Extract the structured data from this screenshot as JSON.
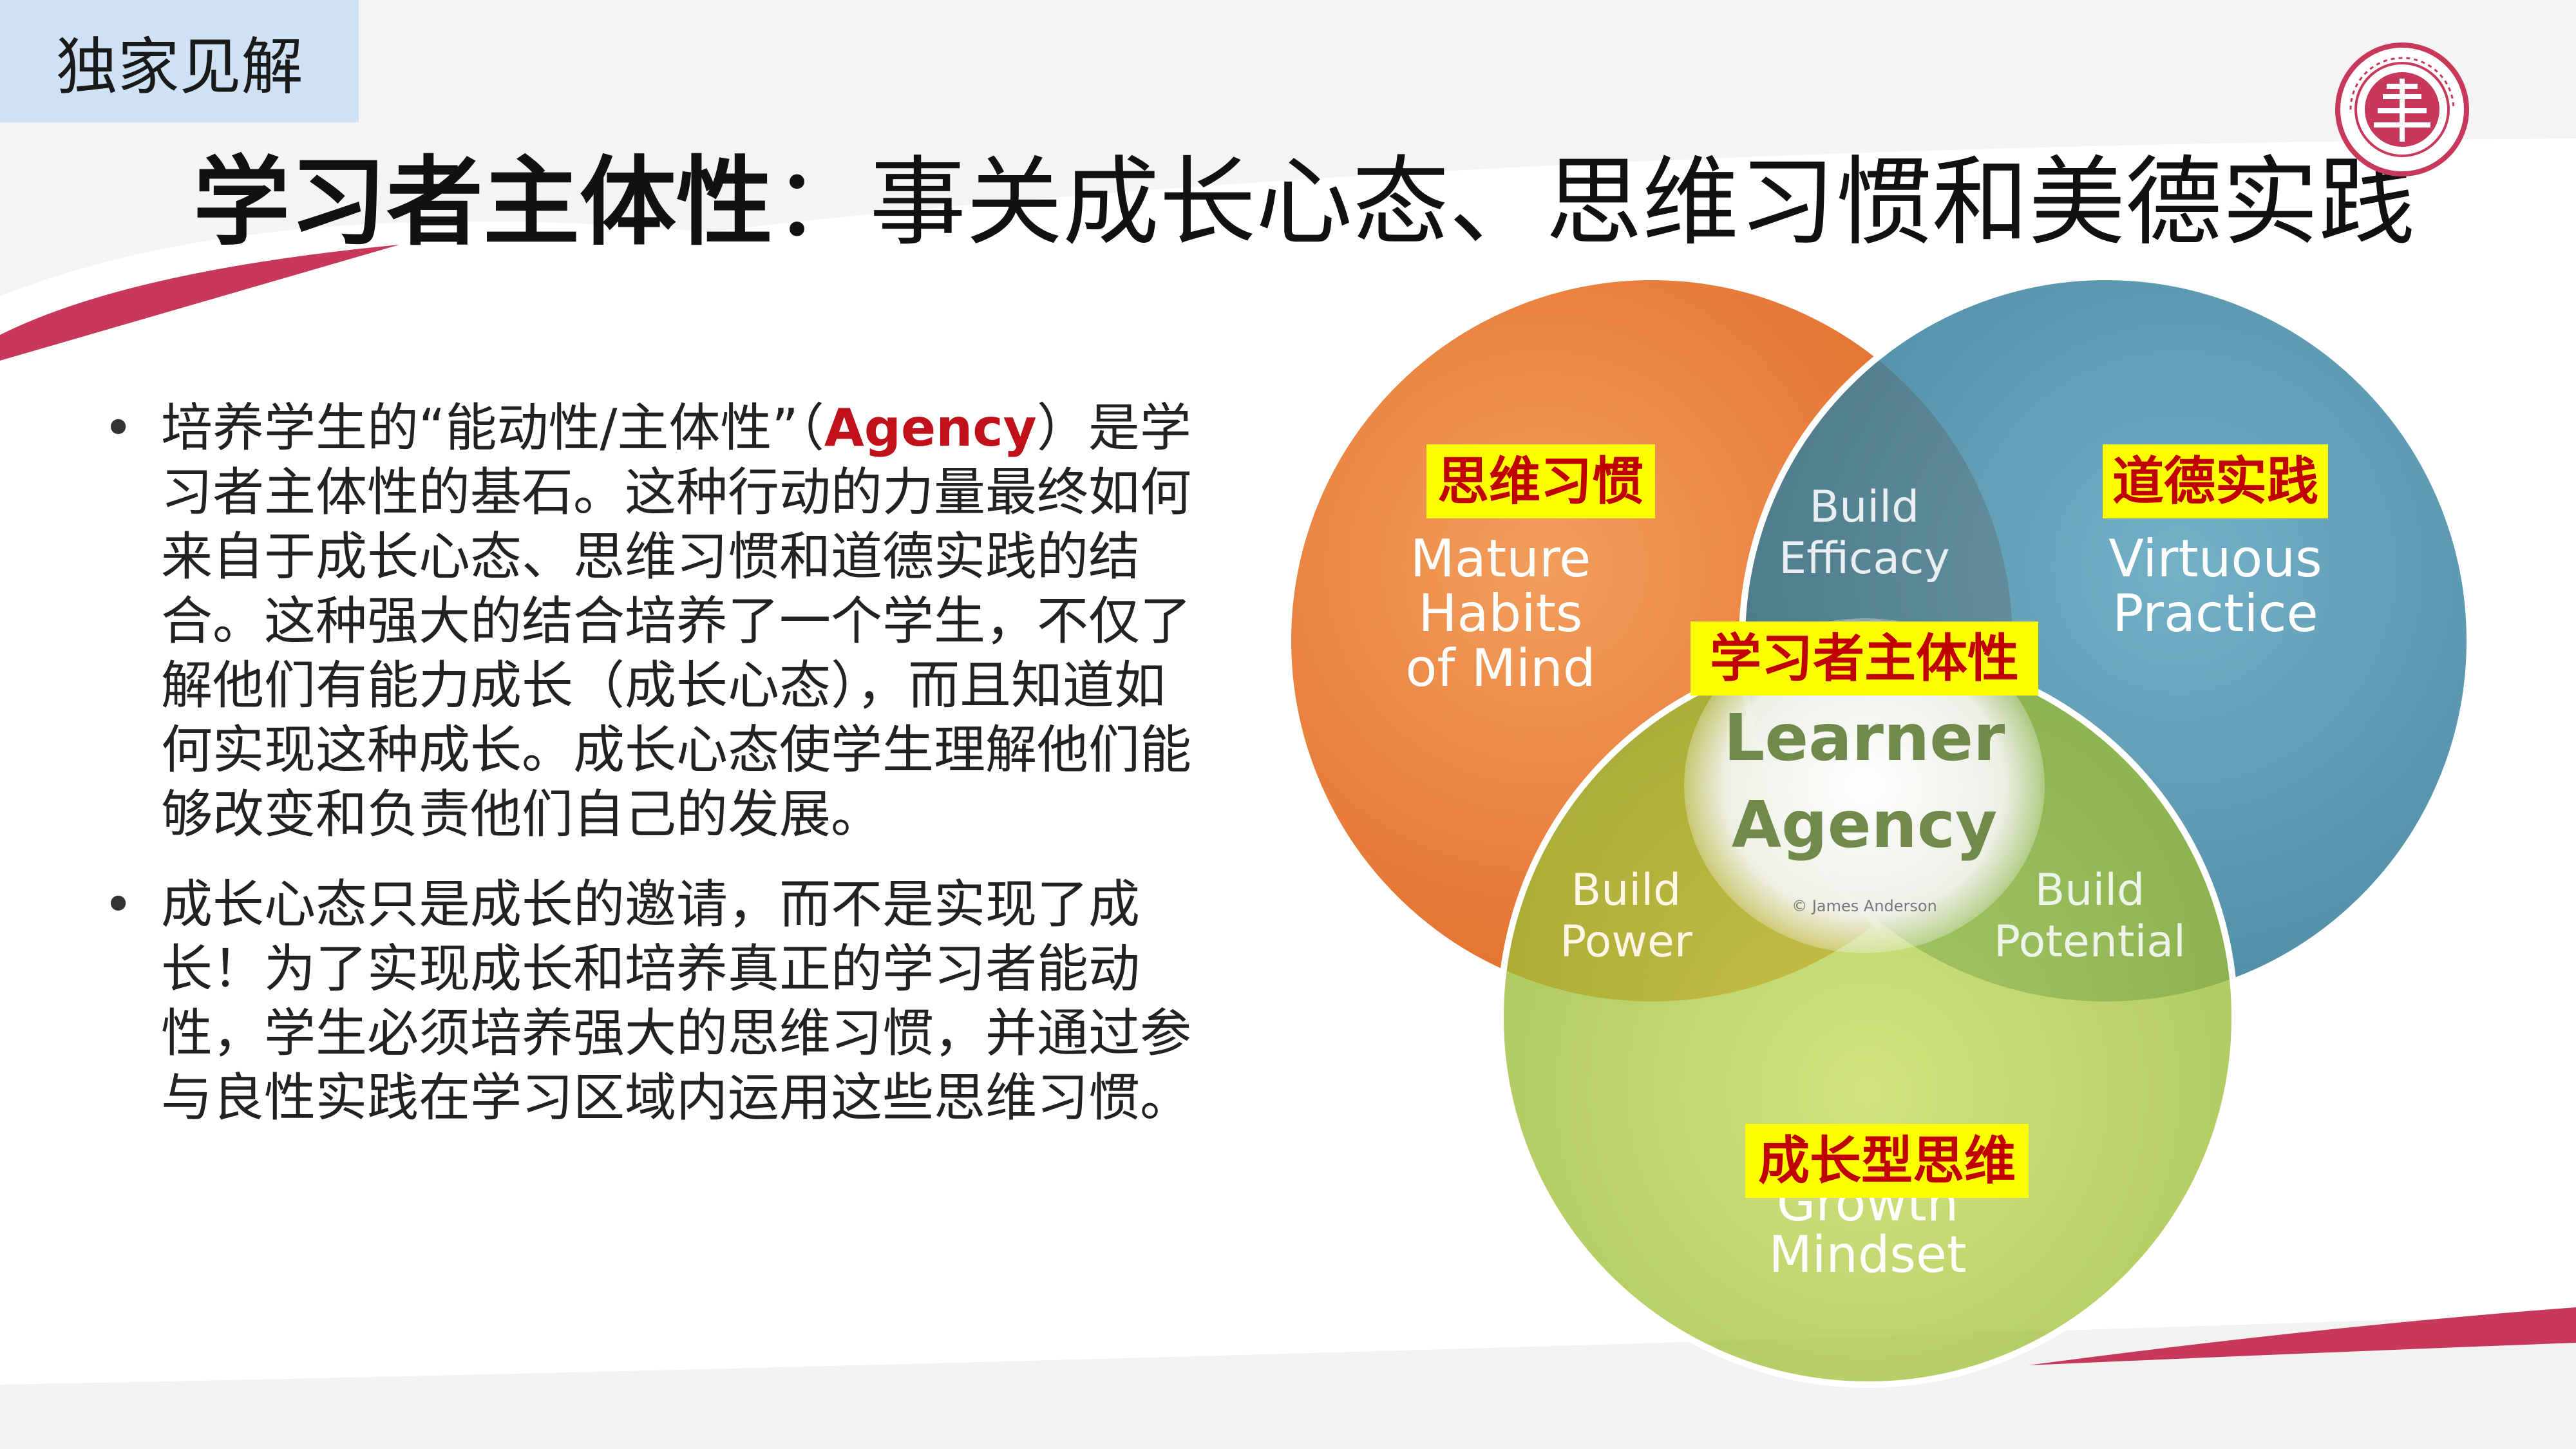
{
  "tag_label": "独家见解",
  "title": {
    "bold": "学习者主体性",
    "rest": "：事关成长心态、思维习惯和美德实践"
  },
  "bullets": [
    {
      "before": "培养学生的“能动性/主体性”（",
      "highlight": "Agency",
      "after": "）是学习者主体性的基石。这种行动的力量最终如何来自于成长心态、思维习惯和道德实践的结合。这种强大的结合培养了一个学生，不仅了解他们有能力成长（成长心态），而且知道如何实现这种成长。成长心态使学生理解他们能够改变和负责他们自己的发展。"
    },
    {
      "before": "成长心态只是成长的邀请，而不是实现了成长！为了实现成长和培养真正的学习者能动性，学生必须培养强大的思维习惯，并通过参与良性实践在学习区域内运用这些思维习惯。",
      "highlight": "",
      "after": ""
    }
  ],
  "venn": {
    "habits": {
      "zh": "思维习惯",
      "en1": "Mature",
      "en2": "Habits",
      "en3": "of Mind",
      "color": "#e9762e"
    },
    "virtuous": {
      "zh": "道德实践",
      "en1": "Virtuous",
      "en2": "Practice",
      "color": "#3d8aa6"
    },
    "growth": {
      "zh": "成长型思维",
      "en1": "Growth",
      "en2": "Mindset",
      "color": "#a8c63c"
    },
    "efficacy": {
      "l1": "Build",
      "l2": "Efficacy"
    },
    "power": {
      "l1": "Build",
      "l2": "Power"
    },
    "potential": {
      "l1": "Build",
      "l2": "Potential"
    },
    "center": {
      "zh": "学习者主体性",
      "l1": "Learner",
      "l2": "Agency",
      "credit": "© James Anderson"
    }
  },
  "colors": {
    "accent_red": "#c8385a",
    "label_yellow": "#ffff00",
    "label_text_red": "#c00000",
    "tag_blue": "#cfe2f4"
  }
}
